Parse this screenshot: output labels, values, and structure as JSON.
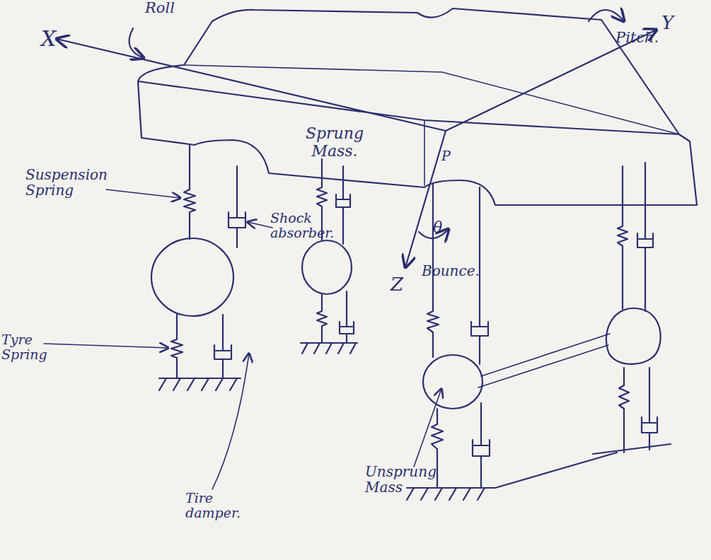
{
  "diagram": {
    "nodes": [
      {
        "text": [
          "Sprung Mass."
        ]
      }
    ],
    "labels": [
      "Roll",
      "X",
      "Y",
      "Pitch.",
      "P",
      "θ",
      "Bounce.",
      "Z",
      "Suspension Spring",
      "Shock absorber.",
      "Tyre Spring",
      "Tire damper.",
      "Unsprung Mass"
    ]
  }
}
